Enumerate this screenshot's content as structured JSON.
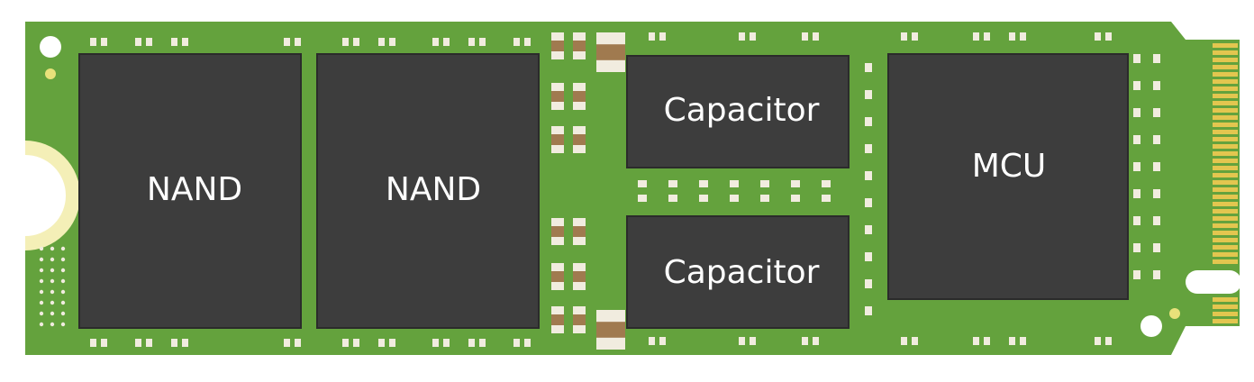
{
  "colors": {
    "background": "#ffffff",
    "pcb": "#64a23d",
    "pcb_dark": "#4e8a30",
    "chip": "#3d3d3d",
    "chip_edge": "#2b2b2b",
    "label": "#ffffff",
    "gold": "#e3c64f",
    "gold_dark": "#b8982a",
    "pad_light": "#f1ecdf",
    "pad_brown": "#a07a4f",
    "keepout": "#f4efb7"
  },
  "board": {
    "name": "M.2 SSD circuit board",
    "connector_icon": "gold-edge-connector-icon"
  },
  "components": [
    {
      "id": "nand-1",
      "label": "NAND"
    },
    {
      "id": "nand-2",
      "label": "NAND"
    },
    {
      "id": "capacitor-1",
      "label": "Capacitor"
    },
    {
      "id": "capacitor-2",
      "label": "Capacitor"
    },
    {
      "id": "mcu",
      "label": "MCU"
    }
  ]
}
